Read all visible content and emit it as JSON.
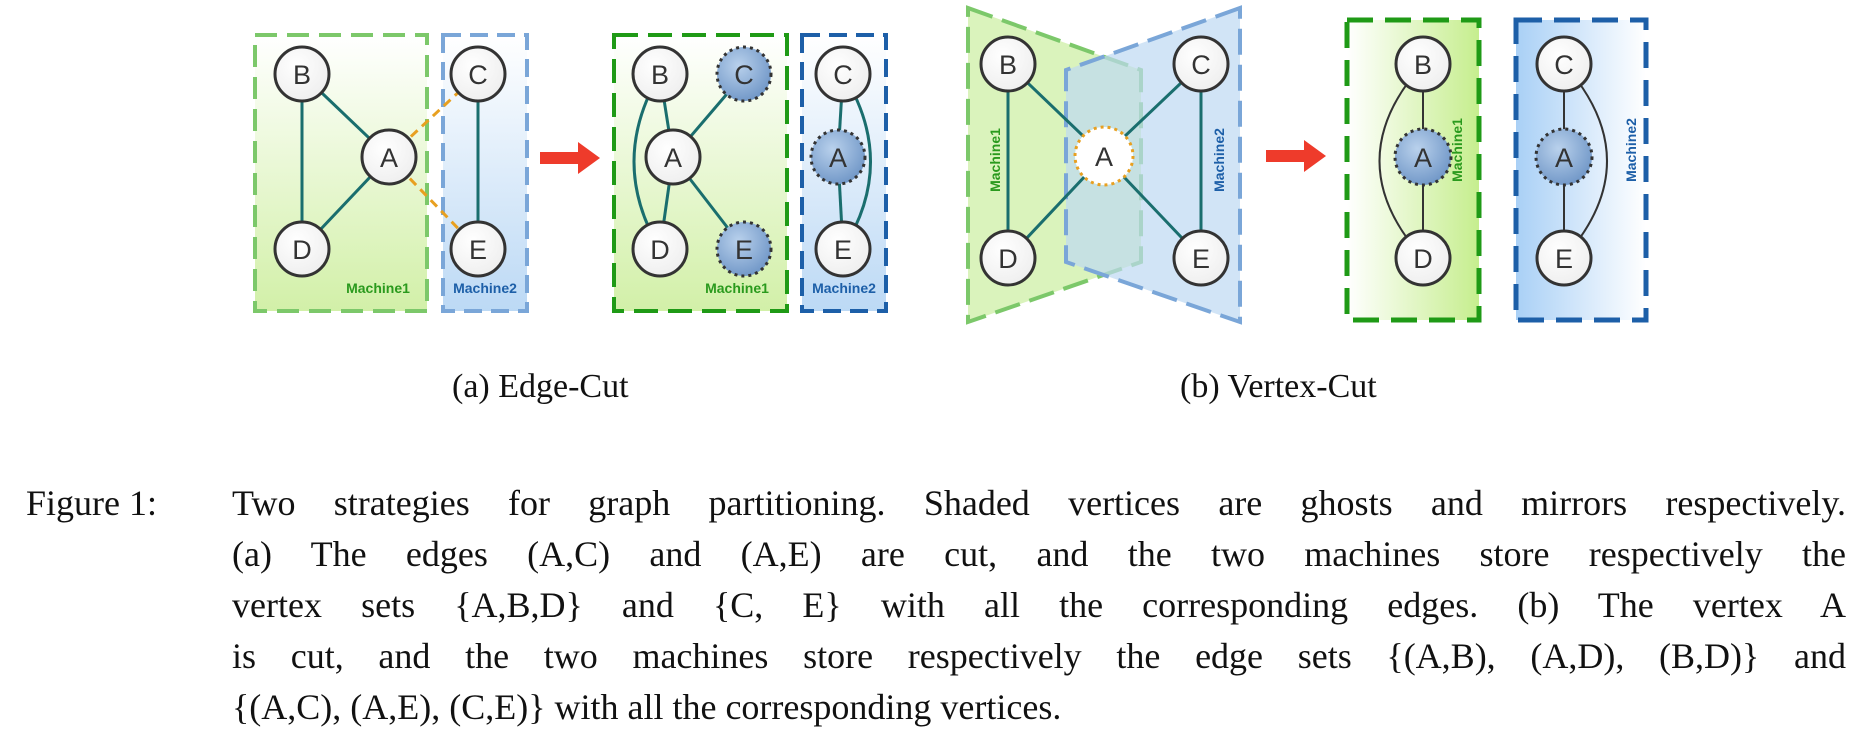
{
  "figure": {
    "nodes": [
      "A",
      "B",
      "C",
      "D",
      "E"
    ],
    "machines": [
      "Machine1",
      "Machine2"
    ],
    "colors": {
      "green": "#2a9a1d",
      "blue": "#1d5fa8",
      "edge": "#1a6e6e",
      "cut_edge": "#e8a020",
      "arrow": "#ee3b2b",
      "ghost_fill": "#8fb1d8"
    }
  },
  "subcaptions": {
    "a": "(a) Edge-Cut",
    "b": "(b) Vertex-Cut"
  },
  "caption": {
    "label": "Figure 1:",
    "lines": [
      "Two strategies for graph partitioning. Shaded vertices are ghosts and mirrors respectively.",
      "(a) The edges (A,C) and (A,E) are cut, and the two machines store respectively the",
      "vertex sets {A,B,D} and {C, E} with all the corresponding edges. (b) The vertex A",
      "is cut, and the two machines store respectively the edge sets {(A,B), (A,D), (B,D)} and",
      "{(A,C), (A,E), (C,E)} with all the corresponding vertices."
    ]
  }
}
